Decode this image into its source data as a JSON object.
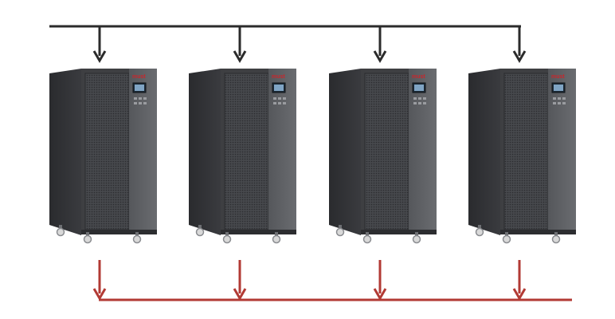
{
  "diagram": {
    "units": [
      {
        "id": "ups-1",
        "brand": "must"
      },
      {
        "id": "ups-2",
        "brand": "must"
      },
      {
        "id": "ups-3",
        "brand": "must"
      },
      {
        "id": "ups-4",
        "brand": "must"
      }
    ],
    "input_bus_color": "#2b2b2b",
    "output_bus_color": "#b23a34",
    "cabinet_body_color": "#3e3f42",
    "cabinet_panel_color": "#4a4c50",
    "brand_color": "#c8262c"
  }
}
